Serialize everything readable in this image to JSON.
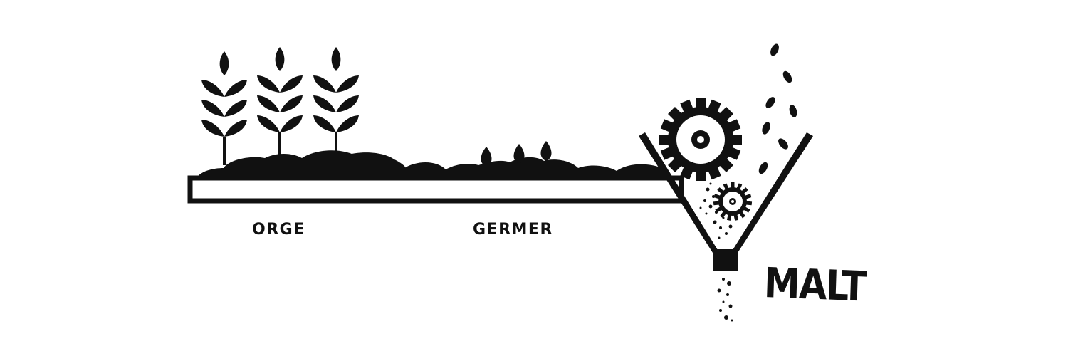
{
  "labels": {
    "stage1": "ORGE",
    "stage2": "GERMER",
    "product": "MALT"
  },
  "colors": {
    "ink": "#111111",
    "background": "#ffffff"
  },
  "icons": [
    "wheat-icon",
    "sprout-icon",
    "gear-icon",
    "hopper-icon",
    "grain-icon"
  ]
}
